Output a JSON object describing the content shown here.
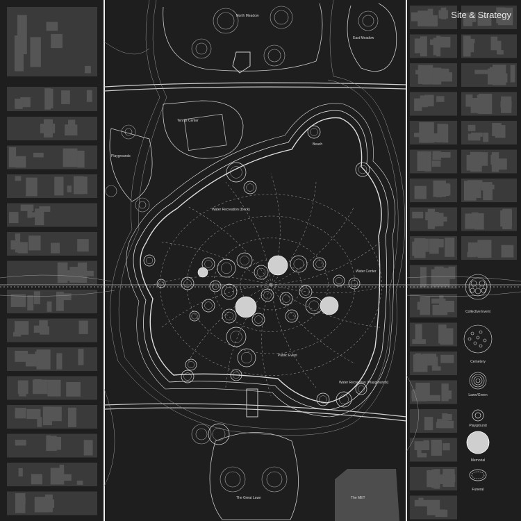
{
  "title": "Site & Strategy",
  "colors": {
    "background": "#1e1e1e",
    "block": "#3a3a3a",
    "building": "#555555",
    "line": "#d0d0d0",
    "text": "#d8d8d8"
  },
  "places": {
    "north_meadow": "North Meadow",
    "east_meadow": "East Meadow",
    "tennis_center": "Tennis Center",
    "playgrounds": "Playgrounds",
    "beach": "Beach",
    "water_recreation_deck": "Water Recreation (Deck)",
    "water_center": "Water Center",
    "public_event": "Public Event",
    "water_recreation_playgrounds": "Water Recreation (Playgrounds)",
    "great_lawn": "The Great Lawn",
    "the_met": "The MET"
  },
  "legend": [
    {
      "label": "Collective Event",
      "icon": "collective-event-icon"
    },
    {
      "label": "Cemetery",
      "icon": "cemetery-icon"
    },
    {
      "label": "Lawn/Green",
      "icon": "lawn-green-icon"
    },
    {
      "label": "Playground",
      "icon": "playground-icon"
    },
    {
      "label": "Memorial",
      "icon": "memorial-icon"
    },
    {
      "label": "Funeral",
      "icon": "funeral-icon"
    }
  ]
}
